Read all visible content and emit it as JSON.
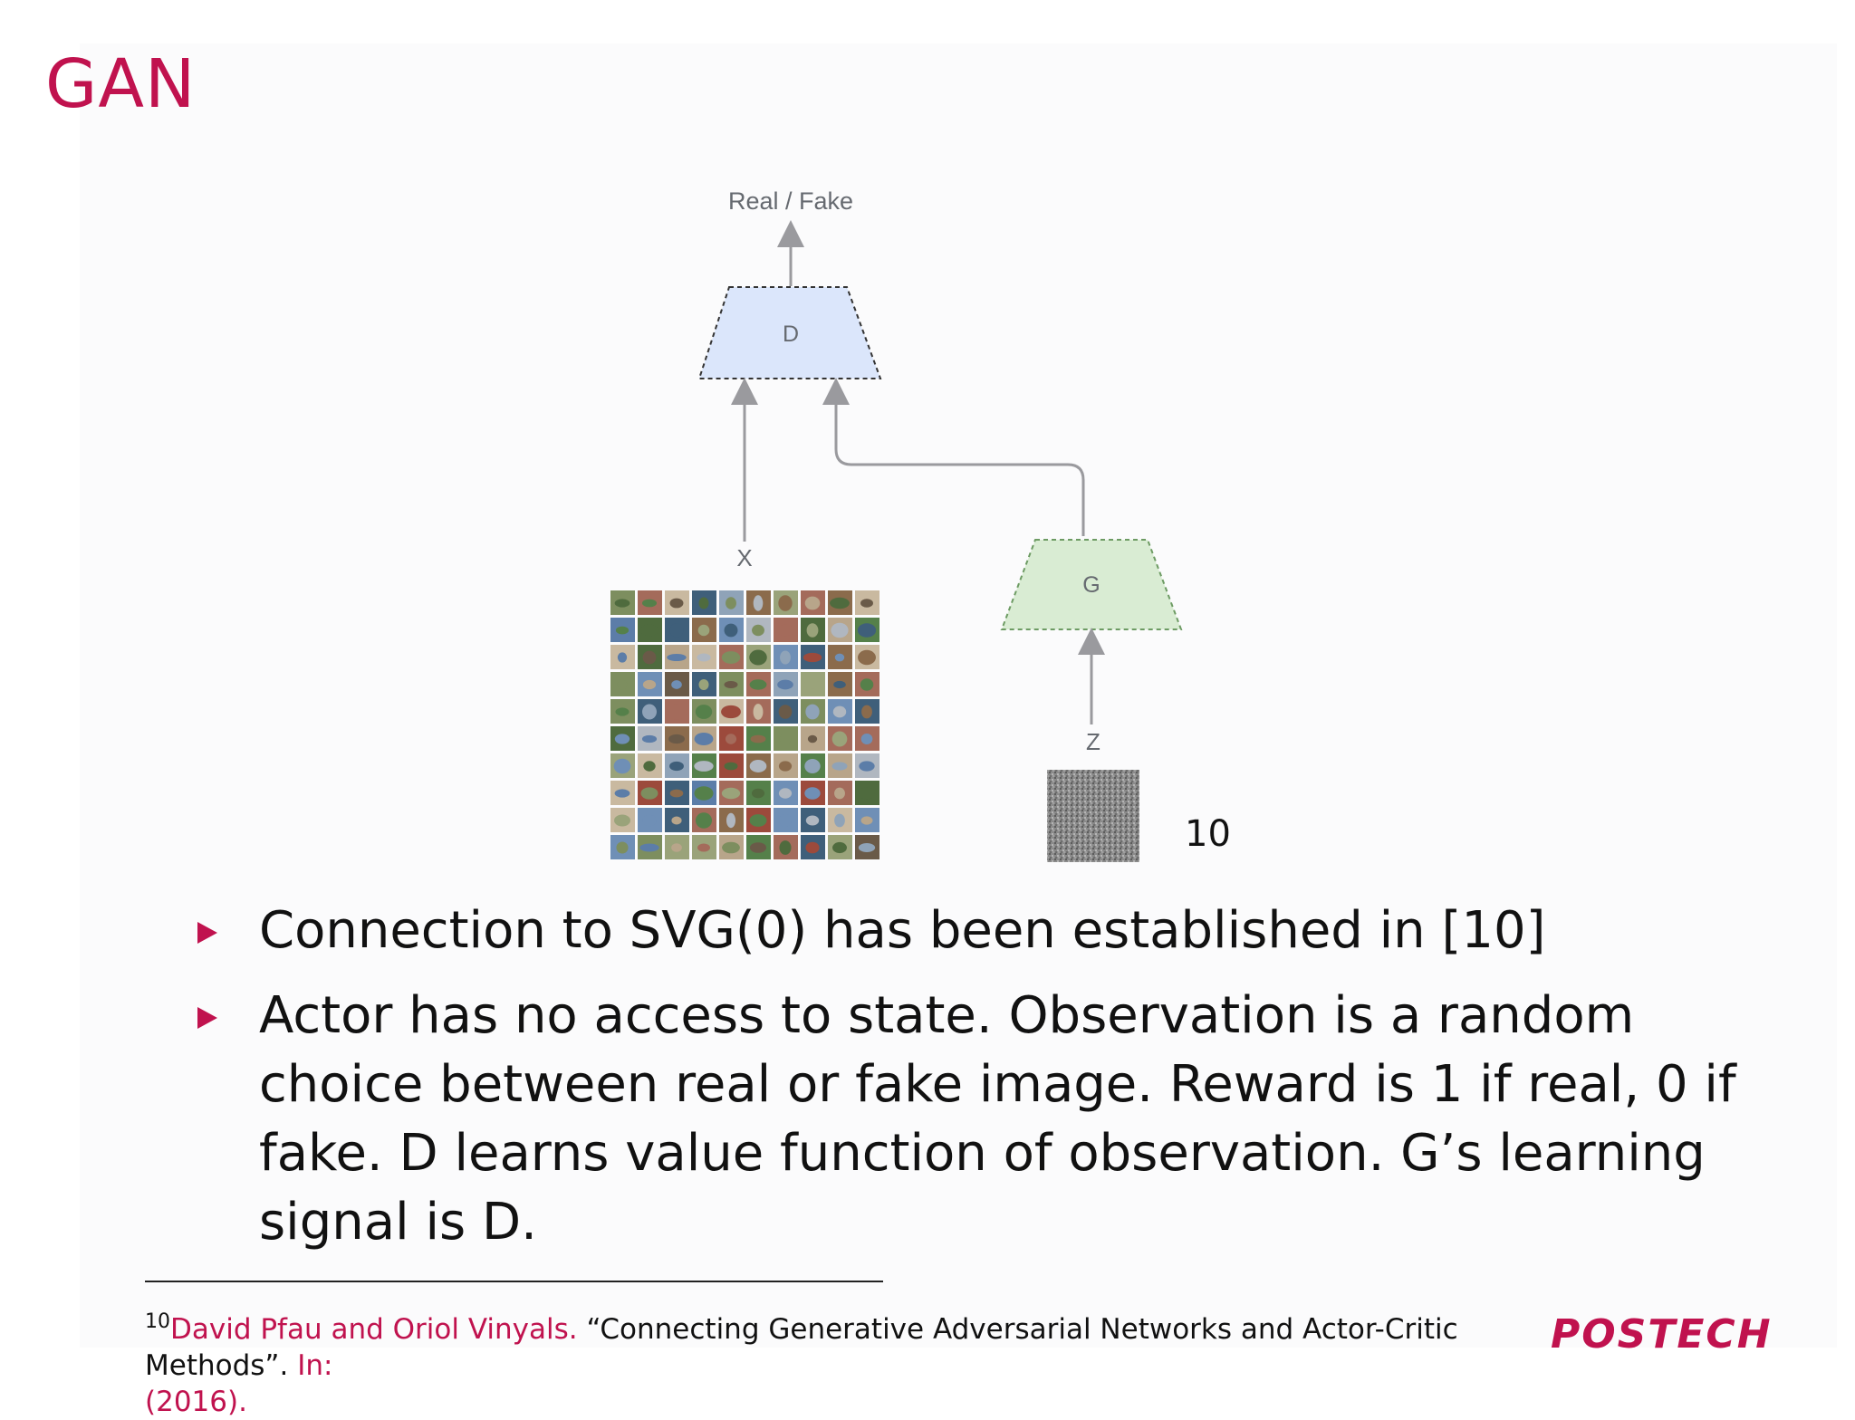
{
  "slide": {
    "title": "GAN"
  },
  "diagram": {
    "output_label": "Real / Fake",
    "discriminator_label": "D",
    "generator_label": "G",
    "real_input_label": "X",
    "noise_input_label": "Z",
    "noise_marker": "10",
    "colors": {
      "discriminator_fill": "#dbe6fb",
      "generator_fill": "#d9ecd3",
      "arrow": "#9a9a9e"
    }
  },
  "bullets": [
    "Connection to SVG(0) has been established in [10]",
    "Actor has no access to state. Observation is a random choice between real or fake image. Reward is 1 if real, 0 if fake. D learns value function of observation. G’s learning signal is D."
  ],
  "footnote": {
    "number": "10",
    "authors": "David Pfau and Oriol Vinyals.",
    "title": "“Connecting Generative Adversarial Networks and Actor-Critic Methods”.",
    "venue": "In:",
    "year": "(2016)."
  },
  "logo": {
    "text": "POSTECH"
  }
}
